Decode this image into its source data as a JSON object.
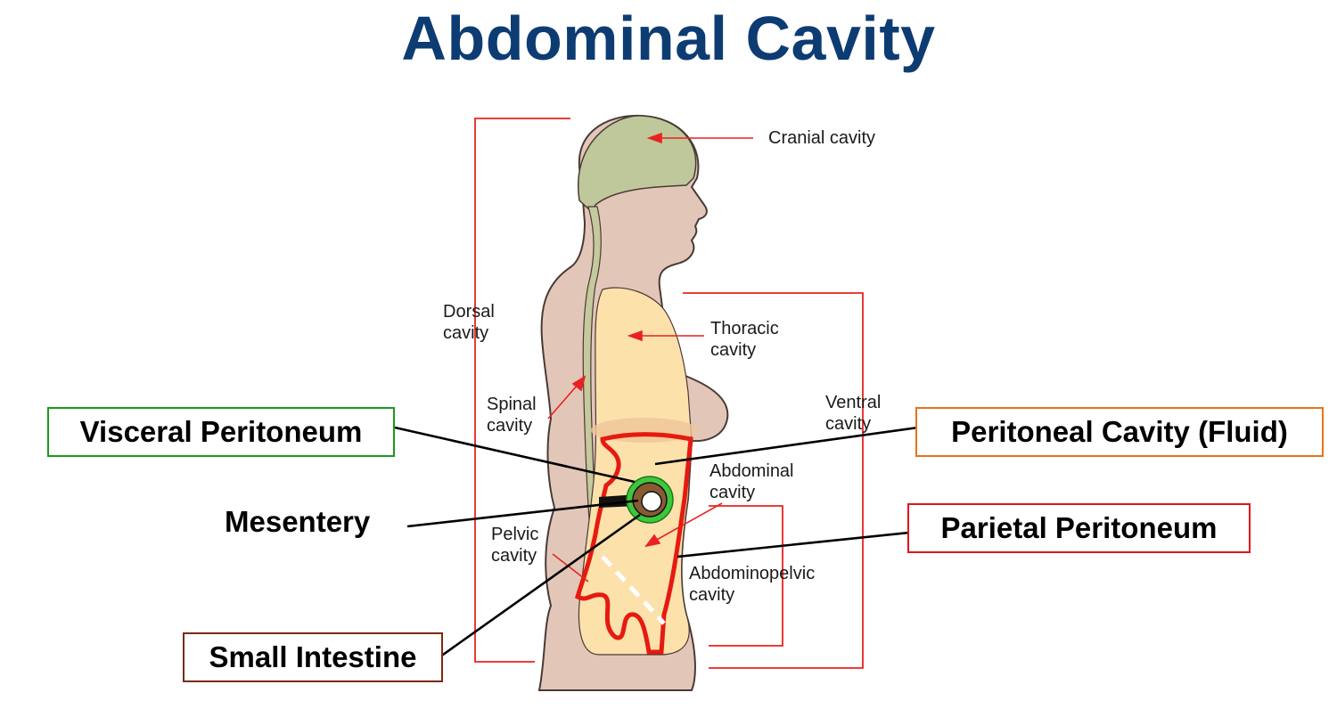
{
  "title": "Abdominal Cavity",
  "colors": {
    "title": "#0d3c73",
    "bracket": "#e8231f",
    "skin": "#e2c7b9",
    "skin_outline": "#4a3a35",
    "cranial_fill": "#bfc89b",
    "ventral_fill": "#fce1ab",
    "peritoneum_red": "#e61a10",
    "visceral_green": "#3ec73a",
    "intestine_brown": "#8a5a33",
    "box_green": "#1b9a1b",
    "box_orange": "#e8731a",
    "box_red": "#e0141b",
    "box_brown": "#7a2a10"
  },
  "cavity_labels": {
    "cranial": [
      "Cranial cavity"
    ],
    "dorsal": [
      "Dorsal",
      "cavity"
    ],
    "thoracic": [
      "Thoracic",
      "cavity"
    ],
    "spinal": [
      "Spinal",
      "cavity"
    ],
    "ventral": [
      "Ventral",
      "cavity"
    ],
    "abdominal": [
      "Abdominal",
      "cavity"
    ],
    "pelvic": [
      "Pelvic",
      "cavity"
    ],
    "abdominopelvic": [
      "Abdominopelvic",
      "cavity"
    ]
  },
  "callouts": {
    "visceral_peritoneum": "Visceral Peritoneum",
    "peritoneal_cavity": "Peritoneal Cavity (Fluid)",
    "mesentery": "Mesentery",
    "parietal_peritoneum": "Parietal Peritoneum",
    "small_intestine": "Small Intestine"
  }
}
